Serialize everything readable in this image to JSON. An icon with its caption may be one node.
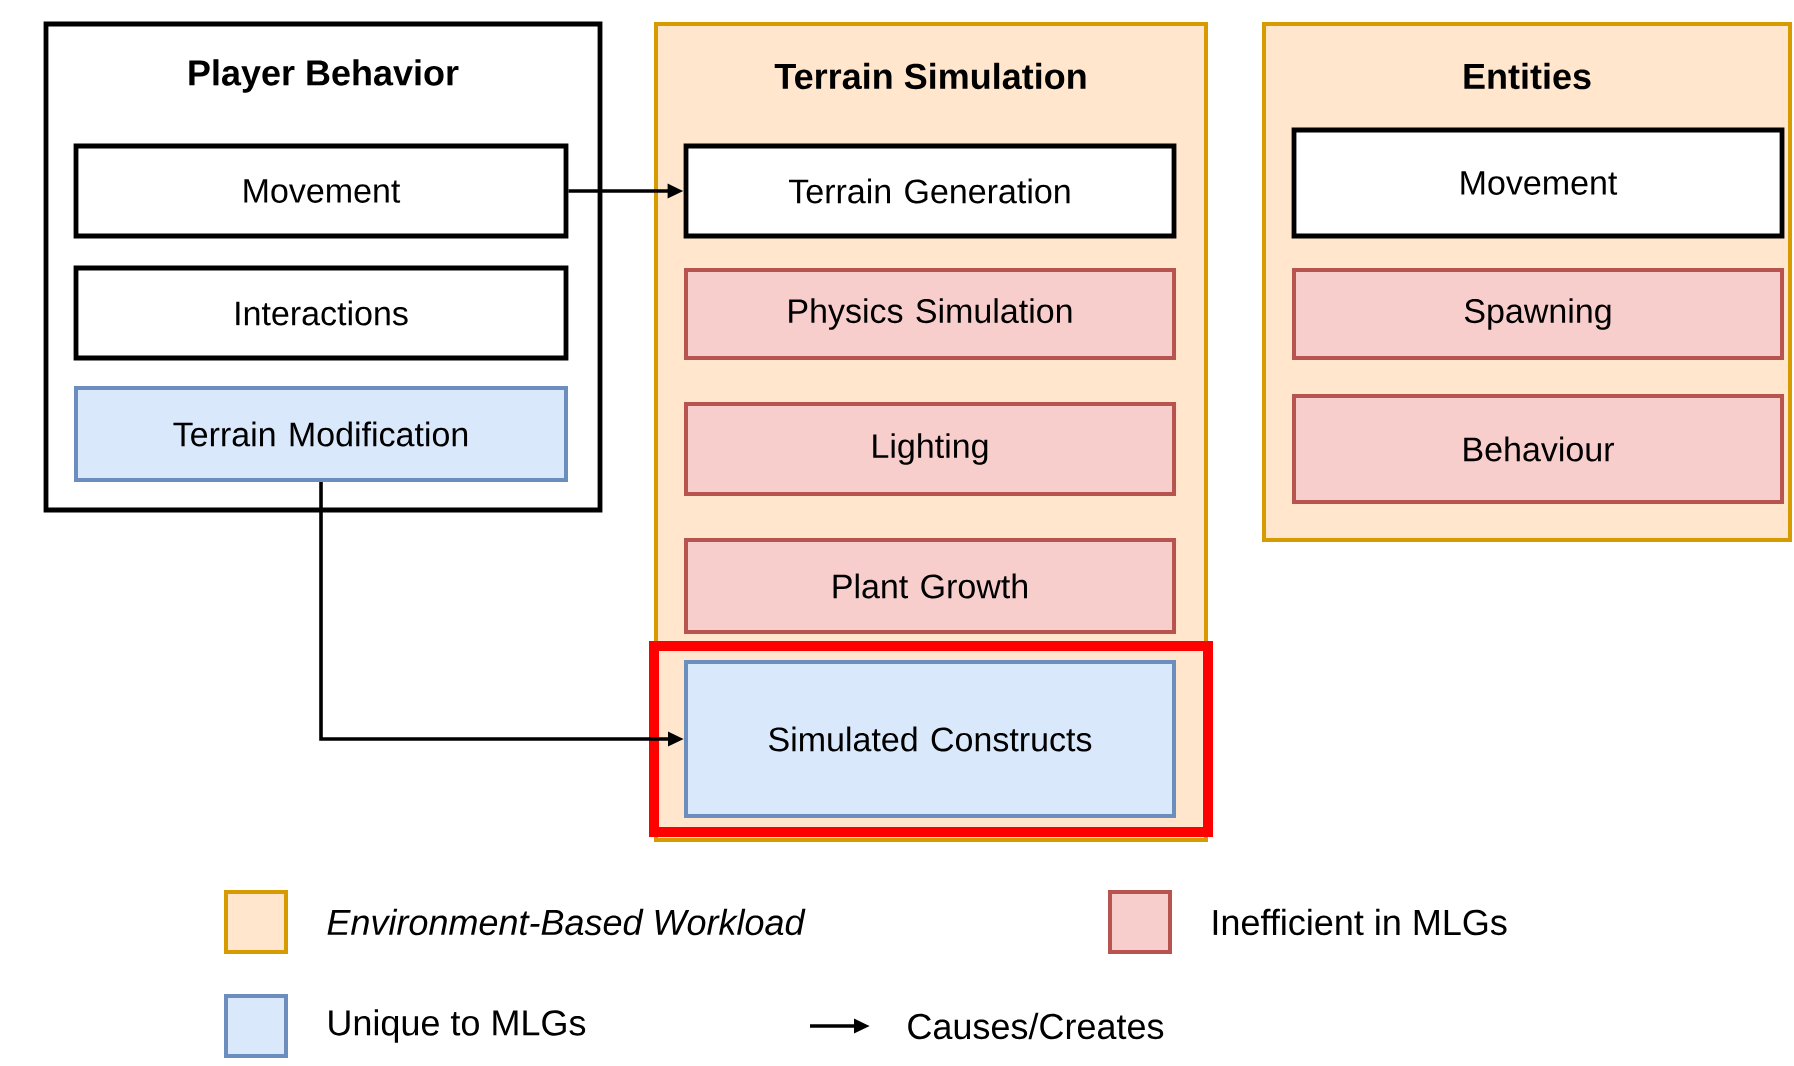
{
  "diagram": {
    "nodes": [
      {
        "text": [
          "Player Behavior"
        ]
      },
      {
        "text": [
          "Movement"
        ],
        "in": 0
      },
      {
        "text": [
          "Interactions"
        ],
        "in": 0
      },
      {
        "text": [
          "Terrain Modification"
        ],
        "in": 0
      },
      {
        "text": [
          "Terrain Simulation"
        ]
      },
      {
        "text": [
          "Terrain Generation"
        ],
        "in": 4
      },
      {
        "text": [
          "Physics Simulation"
        ],
        "in": 4
      },
      {
        "text": [
          "Lighting"
        ],
        "in": 4
      },
      {
        "text": [
          "Plant Growth"
        ],
        "in": 4
      },
      {
        "text": [
          "Simulated Constructs"
        ],
        "in": 4
      },
      {
        "text": [
          "Entities"
        ]
      },
      {
        "text": [
          "Movement"
        ],
        "in": 10
      },
      {
        "text": [
          "Spawning"
        ],
        "in": 10
      },
      {
        "text": [
          "Behaviour"
        ],
        "in": 10
      }
    ],
    "edges": [
      {
        "from": 1,
        "to": 5,
        "arrow": "to"
      },
      {
        "from": 3,
        "to": 9,
        "arrow": "to"
      }
    ],
    "legend": [
      {
        "text": "Environment-Based Workload",
        "color": "#ffe6cc"
      },
      {
        "text": "Inefficient in MLGs",
        "color": "#f8cecc"
      },
      {
        "text": "Unique to MLGs",
        "color": "#dae8fc"
      },
      {
        "text": "Causes/Creates"
      }
    ]
  }
}
